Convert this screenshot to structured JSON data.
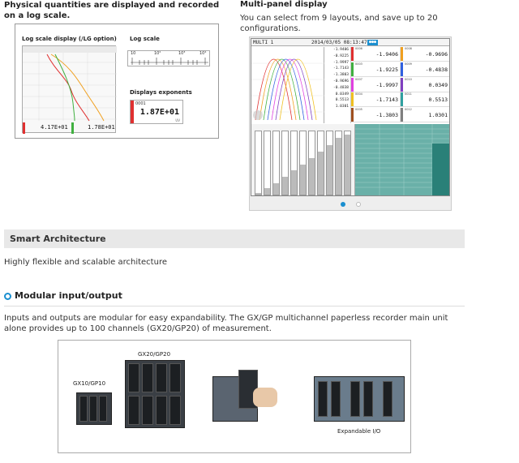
{
  "left_panel": {
    "heading": "Physical quantities are displayed and recorded on a log scale.",
    "labels": {
      "log_display": "Log scale display (/LG option)",
      "log_scale": "Log scale",
      "exponents": "Displays exponents"
    },
    "scale_ticks": [
      "10",
      "10²",
      "10³",
      "10⁴"
    ],
    "graph_readouts": [
      "4.17E+01",
      "1.78E+01"
    ],
    "exponent_value": "1.87E+01",
    "exponent_tag": "0001",
    "exponent_unit": "UV"
  },
  "right_panel": {
    "heading": "Multi-panel display",
    "description": "You can select from 9 layouts, and save up to 20 configurations.",
    "screen": {
      "title": "MULTI 1",
      "datetime": "2014/03/05 08:13:47",
      "trend_values": [
        "-1.9406",
        "-0.9225",
        "-1.9997",
        "-1.7143",
        "-1.3803",
        "-0.9696",
        "-0.4838",
        "0.0349",
        "0.5513",
        "1.0301"
      ],
      "cells": [
        {
          "name": "0006",
          "value": "-1.9406",
          "color": "#e03030"
        },
        {
          "name": "0008",
          "value": "-0.9696",
          "color": "#f0a020"
        },
        {
          "name": "0003",
          "value": "-1.9225",
          "color": "#40b040"
        },
        {
          "name": "0009",
          "value": "-0.4838",
          "color": "#3060e0"
        },
        {
          "name": "0007",
          "value": "-1.9997",
          "color": "#e040e0"
        },
        {
          "name": "0010",
          "value": "0.0349",
          "color": "#8040c0"
        },
        {
          "name": "0004",
          "value": "-1.7143",
          "color": "#f0c020"
        },
        {
          "name": "0011",
          "value": "0.5513",
          "color": "#30a0a0"
        },
        {
          "name": "0005",
          "value": "-1.3803",
          "color": "#a05020"
        },
        {
          "name": "0012",
          "value": "1.0301",
          "color": "#808080"
        }
      ]
    }
  },
  "section": {
    "title": "Smart Architecture",
    "subtitle": "Highly flexible and scalable architecture"
  },
  "modular": {
    "title": "Modular input/output",
    "description": "Inputs and outputs are modular for easy expandability. The GX/GP multichannel paperless recorder main unit alone provides up to 100 channels (GX20/GP20) of measurement.",
    "labels": {
      "gx10": "GX10/GP10",
      "gx20": "GX20/GP20",
      "expandable": "Expandable I/O"
    }
  },
  "colors": {
    "accent": "#1a8fd0",
    "band": "#e8e8e8"
  }
}
